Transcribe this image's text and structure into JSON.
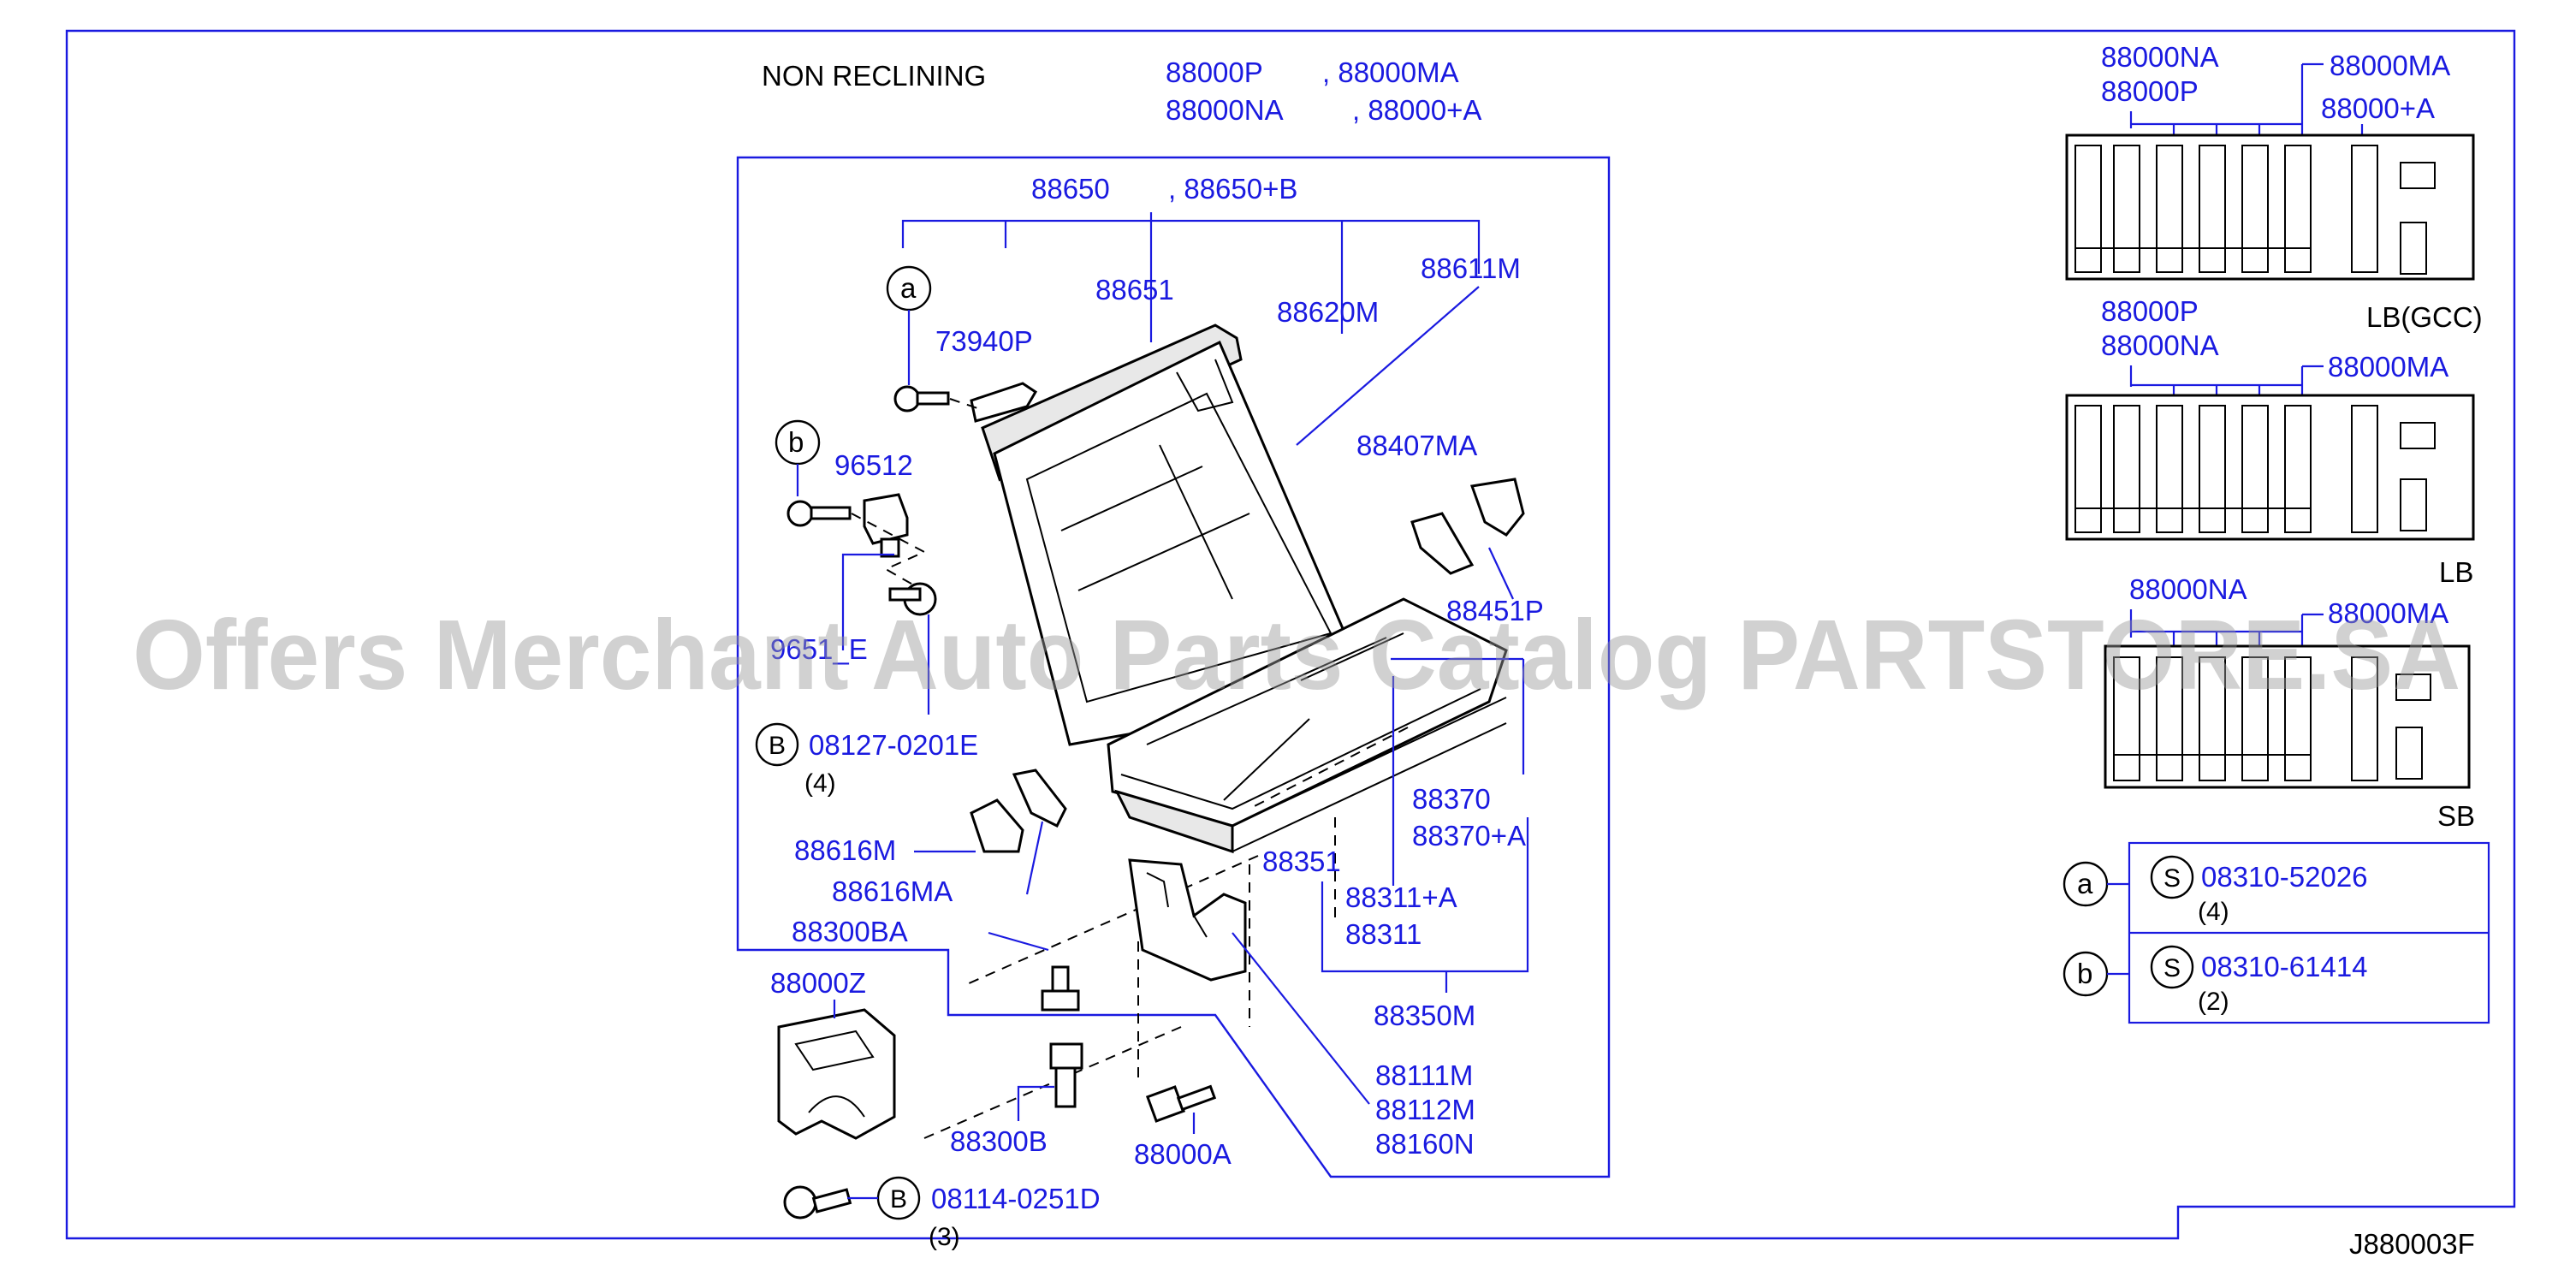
{
  "diagram": {
    "title": "NON  RECLINING",
    "header": {
      "line1a": "88000P",
      "line1b": ", 88000MA",
      "line2a": "88000NA",
      "line2b": ", 88000+A"
    },
    "frame_top": {
      "a": "88650",
      "b": ", 88650+B"
    },
    "callouts": {
      "a": "a",
      "b": "b",
      "s": "S",
      "bolt": "B"
    },
    "parts": {
      "p73940P": "73940P",
      "p88651": "88651",
      "p88620M": "88620M",
      "p88611M": "88611M",
      "p96512": "96512",
      "p88407MA": "88407MA",
      "p88451P": "88451P",
      "p9651E": "9651_E",
      "p08127": "08127-0201E",
      "q4": "(4)",
      "p88370": "88370",
      "p88370A": "88370+A",
      "p88616M": "88616M",
      "p88351": "88351",
      "p88616MA": "88616MA",
      "p88311A": "88311+A",
      "p88300BA": "88300BA",
      "p88311": "88311",
      "p88000Z": "88000Z",
      "p88350M": "88350M",
      "p88111M": "88111M",
      "p88112M": "88112M",
      "p88160N": "88160N",
      "p88300B": "88300B",
      "p88000A": "88000A",
      "p08114": "08114-0251D",
      "q3": "(3)"
    },
    "variants": {
      "gcc": {
        "l1": "88000NA",
        "l2": "88000P",
        "r1": "88000MA",
        "r2": "88000+A",
        "caption": "LB(GCC)"
      },
      "lb": {
        "l1": "88000P",
        "l2": "88000NA",
        "r1": "88000MA",
        "caption": "LB"
      },
      "sb": {
        "l1": "88000NA",
        "r1": "88000MA",
        "caption": "SB"
      }
    },
    "screws": [
      {
        "key": "a",
        "part": "08310-52026",
        "qty": "(4)"
      },
      {
        "key": "b",
        "part": "08310-61414",
        "qty": "(2)"
      }
    ],
    "code": "J880003F",
    "watermark": "Offers Merchant Auto Parts Catalog PARTSTORE.SA"
  },
  "colors": {
    "label": "#1a1ae0",
    "line": "#1a1ae0",
    "ink": "#000000",
    "watermark": "#9a9a9a"
  }
}
